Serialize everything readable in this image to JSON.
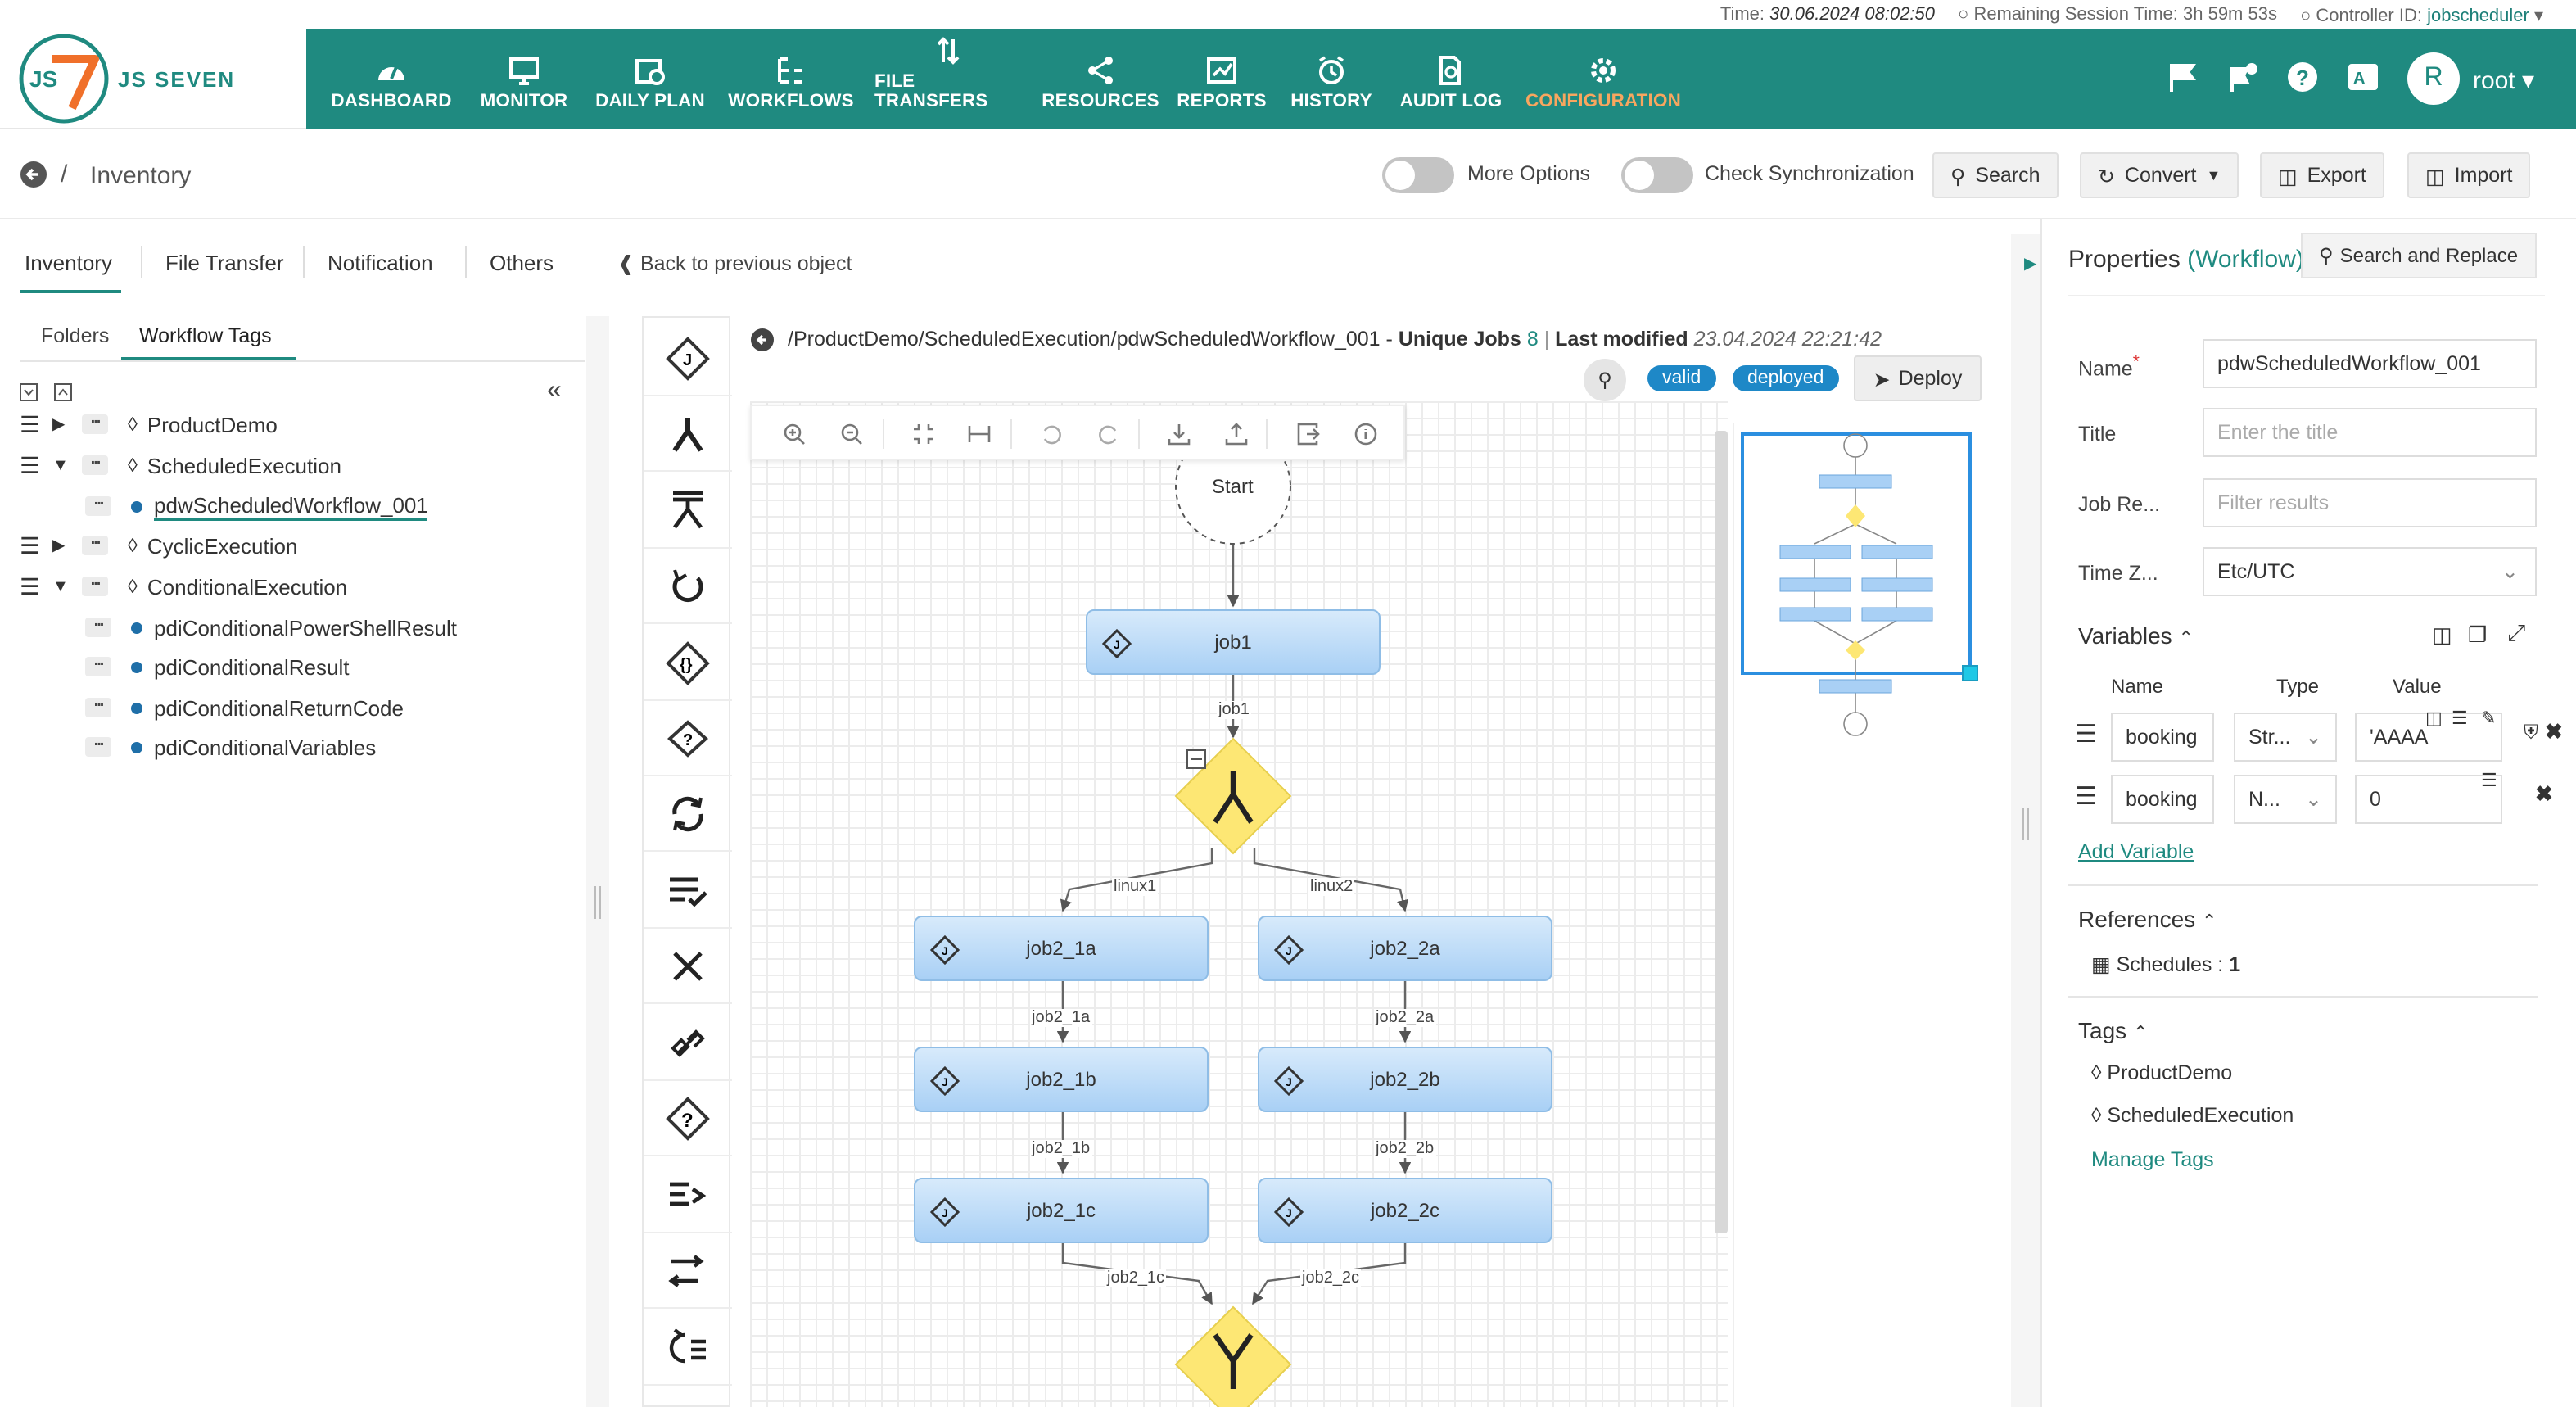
{
  "topinfo": {
    "time_label": "Time:",
    "time": "30.06.2024 08:02:50",
    "session": "Remaining Session Time: 3h 59m 53s",
    "controller_label": "Controller ID:",
    "controller": "jobscheduler"
  },
  "logo": {
    "text": "JS SEVEN",
    "mark": "JS"
  },
  "nav": [
    "DASHBOARD",
    "MONITOR",
    "DAILY PLAN",
    "WORKFLOWS",
    "FILE TRANSFERS",
    "RESOURCES",
    "REPORTS",
    "HISTORY",
    "AUDIT LOG",
    "CONFIGURATION"
  ],
  "user": {
    "avatar": "R",
    "name": "root"
  },
  "breadcrumb": {
    "sep": "/",
    "title": "Inventory"
  },
  "toolbar": {
    "more_options": "More Options",
    "check_sync": "Check Synchronization",
    "search": "Search",
    "convert": "Convert",
    "export": "Export",
    "import": "Import"
  },
  "left": {
    "tabs": [
      "Inventory",
      "File Transfer",
      "Notification",
      "Others"
    ],
    "back": "Back to previous object",
    "subtabs": [
      "Folders",
      "Workflow Tags"
    ],
    "tree": [
      "ProductDemo",
      "ScheduledExecution",
      "pdwScheduledWorkflow_001",
      "CyclicExecution",
      "ConditionalExecution",
      "pdiConditionalPowerShellResult",
      "pdiConditionalResult",
      "pdiConditionalReturnCode",
      "pdiConditionalVariables"
    ]
  },
  "editor": {
    "path": "/ProductDemo/ScheduledExecution/pdwScheduledWorkflow_001",
    "unique_label": "Unique Jobs",
    "unique_count": "8",
    "sep": "|",
    "modified_label": "Last modified",
    "modified": "23.04.2024 22:21:42",
    "valid": "valid",
    "deployed": "deployed",
    "deploy": "Deploy"
  },
  "workflow": {
    "start": "Start",
    "jobs": [
      "job1",
      "job2_1a",
      "job2_1b",
      "job2_1c",
      "job2_2a",
      "job2_2b",
      "job2_2c"
    ],
    "edge_labels": [
      "job1",
      "linux1",
      "linux2",
      "job2_1a",
      "job2_2a",
      "job2_1b",
      "job2_2b",
      "job2_1c",
      "job2_2c"
    ]
  },
  "props": {
    "title": "Properties",
    "type": "(Workflow)",
    "search_replace": "Search and Replace",
    "name_label": "Name",
    "name_req": "*",
    "name_value": "pdwScheduledWorkflow_001",
    "title_label": "Title",
    "title_ph": "Enter the title",
    "jobre_label": "Job Re...",
    "jobre_ph": "Filter results",
    "tz_label": "Time Z...",
    "tz_value": "Etc/UTC",
    "variables": "Variables",
    "col_name": "Name",
    "col_type": "Type",
    "col_value": "Value",
    "vars": [
      {
        "name": "booking",
        "type": "Str...",
        "value": "'AAAA"
      },
      {
        "name": "booking",
        "type": "N...",
        "value": "0"
      }
    ],
    "add_variable": "Add Variable",
    "references": "References",
    "schedules": "Schedules :",
    "schedules_count": "1",
    "tags": "Tags",
    "tag_list": [
      "ProductDemo",
      "ScheduledExecution"
    ],
    "manage_tags": "Manage Tags"
  },
  "colors": {
    "header": "#1f8a80",
    "active": "#f8a65f",
    "job_fill": "#a9d0f5",
    "decision": "#fde774",
    "valid": "#1e88c7"
  }
}
